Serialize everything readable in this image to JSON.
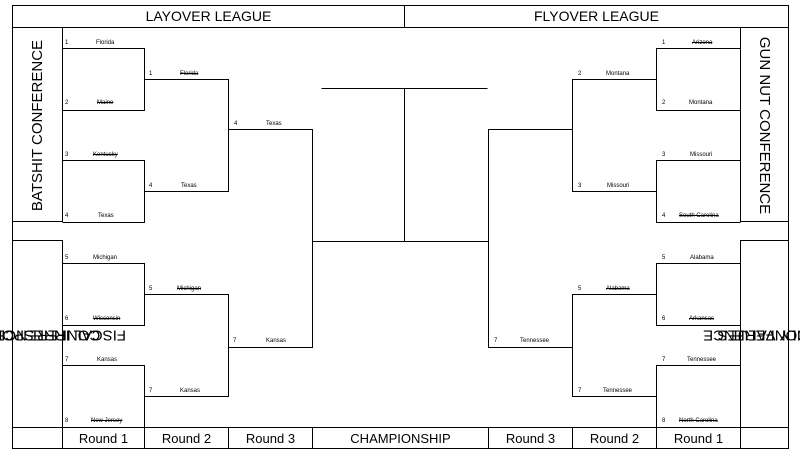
{
  "headers": {
    "left_league": "LAYOVER LEAGUE",
    "right_league": "FLYOVER LEAGUE"
  },
  "conferences": {
    "top_left": "BATSHIT CONFERENCE",
    "bottom_left": [
      "FISCAL IRRESPONSIBILITY",
      "CONFERENCE"
    ],
    "top_right": "GUN NUT CONFERENCE",
    "bottom_right": [
      "FAMILY VALUES",
      "CONFERENCE"
    ]
  },
  "rounds": [
    "Round 1",
    "Round 2",
    "Round 3",
    "CHAMPIONSHIP",
    "Round 3",
    "Round 2",
    "Round 1"
  ],
  "left_round1": [
    {
      "seed": "1",
      "team": "Florida",
      "struck": false
    },
    {
      "seed": "2",
      "team": "Maine",
      "struck": true
    },
    {
      "seed": "3",
      "team": "Kentucky",
      "struck": true
    },
    {
      "seed": "4",
      "team": "Texas",
      "struck": false
    },
    {
      "seed": "5",
      "team": "Michigan",
      "struck": false
    },
    {
      "seed": "6",
      "team": "Wisconsin",
      "struck": true
    },
    {
      "seed": "7",
      "team": "Kansas",
      "struck": false
    },
    {
      "seed": "8",
      "team": "New Jersey",
      "struck": true
    }
  ],
  "left_round2": [
    {
      "seed": "1",
      "team": "Florida",
      "struck": true
    },
    {
      "seed": "4",
      "team": "Texas",
      "struck": false
    },
    {
      "seed": "5",
      "team": "Michigan",
      "struck": true
    },
    {
      "seed": "7",
      "team": "Kansas",
      "struck": false
    }
  ],
  "left_round3": [
    {
      "seed": "4",
      "team": "Texas",
      "struck": false
    },
    {
      "seed": "7",
      "team": "Kansas",
      "struck": false
    }
  ],
  "right_round1": [
    {
      "seed": "1",
      "team": "Arizona",
      "struck": true
    },
    {
      "seed": "2",
      "team": "Montana",
      "struck": false
    },
    {
      "seed": "3",
      "team": "Missouri",
      "struck": false
    },
    {
      "seed": "4",
      "team": "South Carolina",
      "struck": true
    },
    {
      "seed": "5",
      "team": "Alabama",
      "struck": false
    },
    {
      "seed": "6",
      "team": "Arkansas",
      "struck": true
    },
    {
      "seed": "7",
      "team": "Tennessee",
      "struck": false
    },
    {
      "seed": "8",
      "team": "North Carolina",
      "struck": true
    }
  ],
  "right_round2": [
    {
      "seed": "2",
      "team": "Montana",
      "struck": false
    },
    {
      "seed": "3",
      "team": "Missouri",
      "struck": false
    },
    {
      "seed": "5",
      "team": "Alabama",
      "struck": true
    },
    {
      "seed": "7",
      "team": "Tennessee",
      "struck": false
    }
  ],
  "right_round3": [
    {
      "seed": "7",
      "team": "Tennessee",
      "struck": false
    }
  ]
}
